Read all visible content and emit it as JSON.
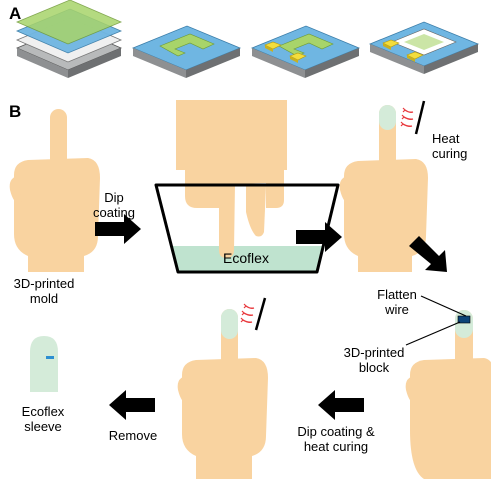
{
  "panels": {
    "a": {
      "letter": "A"
    },
    "b": {
      "letter": "B",
      "mold_label_line1": "3D-printed",
      "mold_label_line2": "mold",
      "dip_label_line1": "Dip",
      "dip_label_line2": "coating",
      "ecoflex_label": "Ecoflex",
      "heat_label_line1": "Heat",
      "heat_label_line2": "curing",
      "flatten_label_line1": "Flatten",
      "flatten_label_line2": "wire",
      "block_label_line1": "3D-printed",
      "block_label_line2": "block",
      "dip_heat_label_line1": "Dip coating &",
      "dip_heat_label_line2": "heat curing",
      "remove_label": "Remove",
      "sleeve_label_line1": "Ecoflex",
      "sleeve_label_line2": "sleeve"
    }
  },
  "colors": {
    "skin": "#f9d3a0",
    "ecoflex": "#bfe3cf",
    "ecoflex_tip": "#d4ebd9",
    "board_blue": "#6fb6e2",
    "board_green": "#a8d46a",
    "board_gray": "#b7b9bb",
    "pad_yellow": "#f3dd3c",
    "heat_red": "#e8383d",
    "arrow": "#000000"
  }
}
